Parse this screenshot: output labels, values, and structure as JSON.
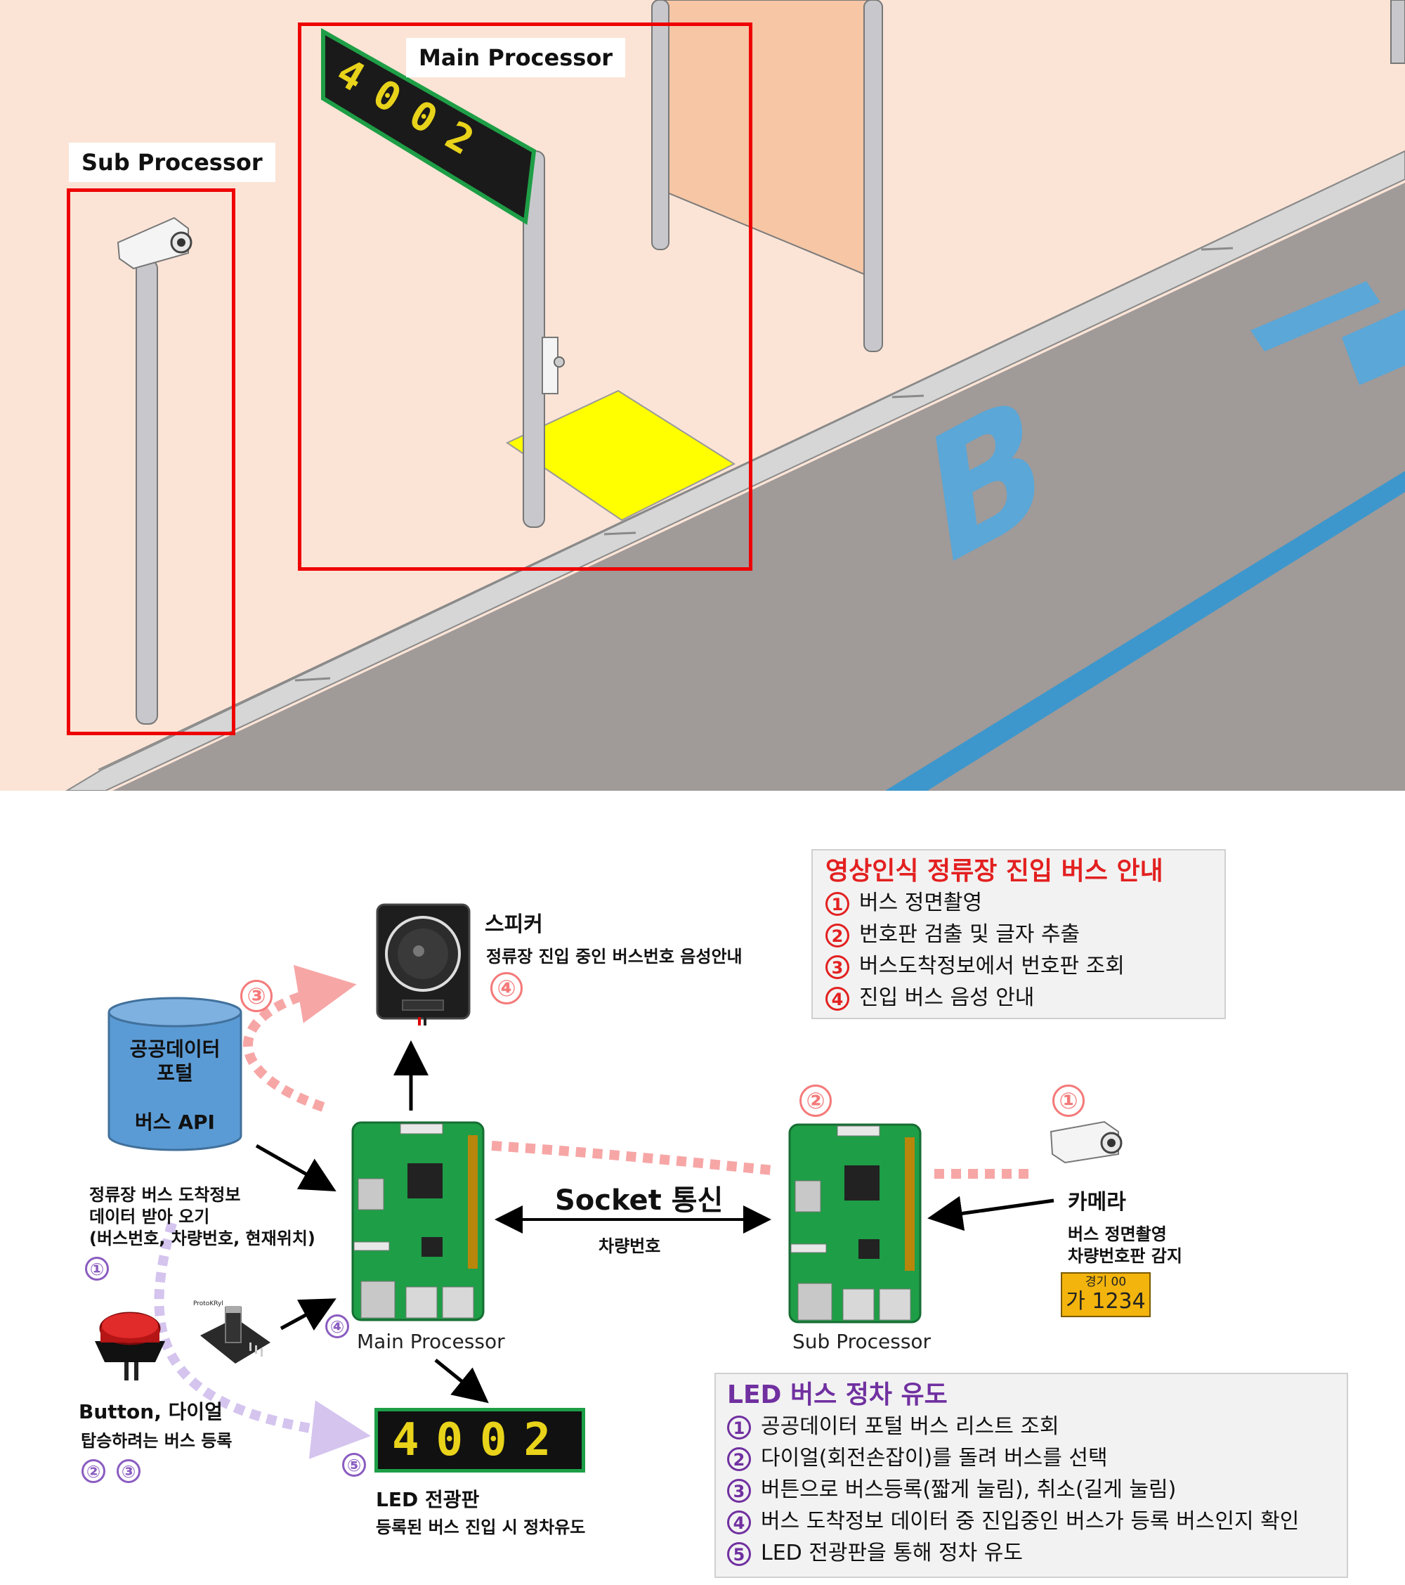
{
  "scene": {
    "sub_label": "Sub Processor",
    "main_label": "Main Processor",
    "led_text": "4002",
    "road_letter": "B"
  },
  "diagram": {
    "portal": {
      "line1": "공공데이터",
      "line2": "포털",
      "line3": "버스 API"
    },
    "portal_caption": [
      "정류장 버스 도착정보",
      "데이터 받아 오기",
      "(버스번호, 차량번호, 현재위치)"
    ],
    "speaker": {
      "title": "스피커",
      "desc": "정류장 진입 중인 버스번호 음성안내"
    },
    "socket": {
      "title": "Socket 통신",
      "sub": "차량번호"
    },
    "main_caption": "Main Processor",
    "sub_caption": "Sub Processor",
    "camera": {
      "title": "카메라",
      "desc1": "버스 정면촬영",
      "desc2": "차량번호판 감지"
    },
    "plate": {
      "top": "경기 00",
      "bottom": "가 1234"
    },
    "button": {
      "title": "Button, 다이얼",
      "desc": "탑승하려는 버스 등록",
      "dial_brand": "ProtoKRyl"
    },
    "led_board": {
      "text": "4002",
      "title": "LED 전광판",
      "desc": "등록된 버스 진입 시 정차유도"
    },
    "markers": {
      "m1": "①",
      "m2": "②",
      "m3": "③",
      "m4": "④",
      "m5": "⑤"
    }
  },
  "panel_video": {
    "title": "영상인식 정류장 진입 버스 안내",
    "items": [
      {
        "num": "1",
        "text": "버스 정면촬영"
      },
      {
        "num": "2",
        "text": "번호판 검출 및 글자 추출"
      },
      {
        "num": "3",
        "text": "버스도착정보에서 번호판 조회"
      },
      {
        "num": "4",
        "text": "진입 버스 음성 안내"
      }
    ]
  },
  "panel_led": {
    "title": "LED 버스 정차 유도",
    "items": [
      {
        "num": "1",
        "text": "공공데이터 포털 버스 리스트 조회"
      },
      {
        "num": "2",
        "text": "다이얼(회전손잡이)를 돌려 버스를 선택"
      },
      {
        "num": "3",
        "text": "버튼으로 버스등록(짧게 눌림), 취소(길게 눌림)"
      },
      {
        "num": "4",
        "text": "버스 도착정보 데이터 중 진입중인 버스가 등록 버스인지 확인"
      },
      {
        "num": "5",
        "text": "LED 전광판을 통해 정차 유도"
      }
    ]
  },
  "colors": {
    "sidewalk": "#fbe4d6",
    "road": "#a09a98",
    "lane": "#3d97cc",
    "highlight_box": "#ee0000",
    "title_red": "#e32020",
    "title_purple": "#7030a0",
    "led_green": "#1e9e46",
    "pcb_green": "#1e9e46"
  }
}
